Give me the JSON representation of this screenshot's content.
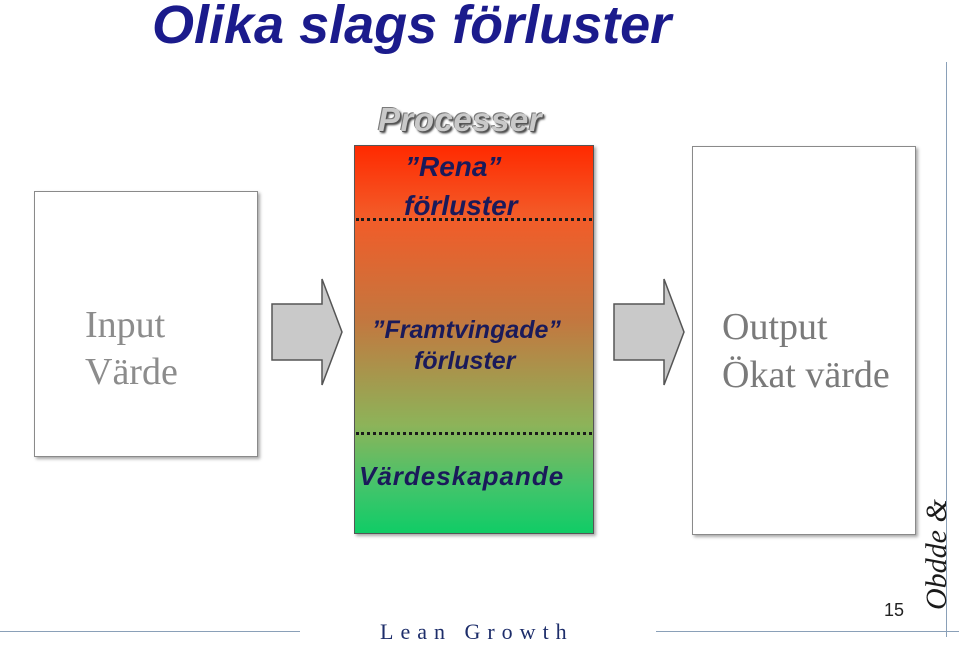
{
  "title": "Olika slags förluster",
  "input": {
    "line1": "Input",
    "line2": "Värde"
  },
  "process": {
    "heading": "Processer",
    "section1_line1": "”Rena”",
    "section1_line2": "förluster",
    "section2_line1": "”Framtvingade”",
    "section2_line2": "förluster",
    "section3": "Värdeskapande",
    "gradient_colors": [
      "#ff2a00",
      "#c3773f",
      "#10cc66"
    ]
  },
  "output": {
    "line1": "Output",
    "line2": "Ökat värde"
  },
  "footer": {
    "brand": "Lean Growth",
    "page_number": "15",
    "logo_text": "Obdde & Co"
  },
  "colors": {
    "title": "#1b1b8c",
    "arrow_fill": "#c9c9c9"
  }
}
